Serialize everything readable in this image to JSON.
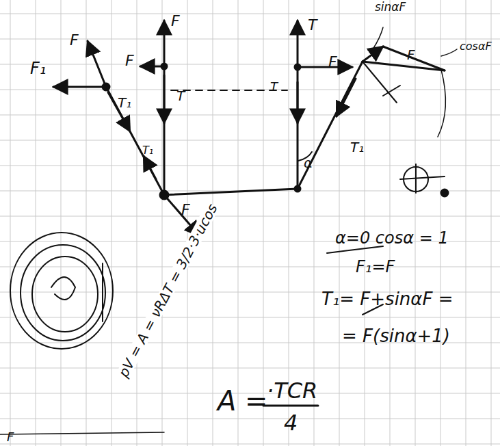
{
  "diagram": {
    "labels": [
      "sinαF",
      "F₁",
      "F",
      "F",
      "F",
      "T₁",
      "T",
      "T₁",
      "F",
      "T",
      "F",
      "cosαF",
      "F",
      "T",
      "T₁",
      "α",
      "α=0 cosα = 1",
      "F₁=F",
      "T₁= F+sinαF =",
      "= F(sinα+1)",
      "pV = A = νRΔT = 3/2·3·ucos",
      "A =",
      "·TCR",
      "4",
      "F"
    ]
  }
}
